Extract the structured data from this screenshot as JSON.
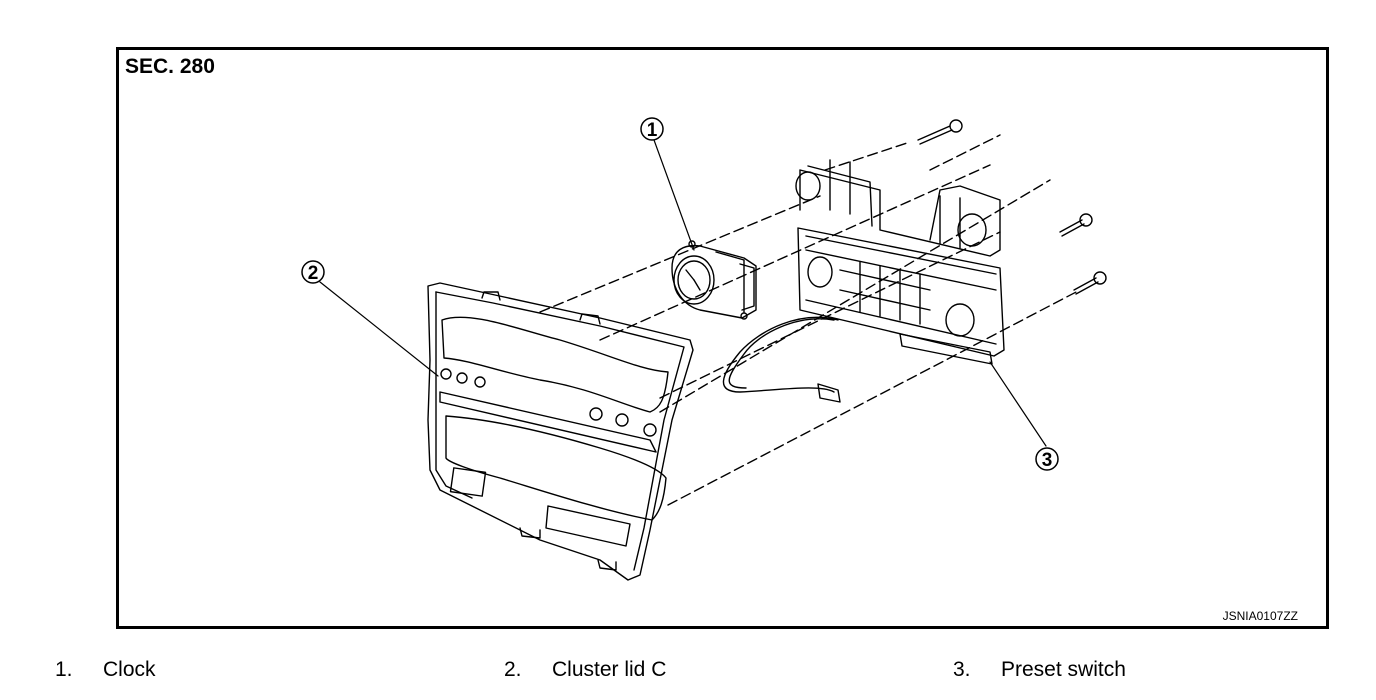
{
  "figure": {
    "section": "SEC. 280",
    "code": "JSNIA0107ZZ"
  },
  "callouts": [
    {
      "number": "1",
      "part": "clock"
    },
    {
      "number": "2",
      "part": "cluster-lid-c"
    },
    {
      "number": "3",
      "part": "preset-switch"
    }
  ],
  "legend": [
    {
      "number": "1.",
      "label": "Clock"
    },
    {
      "number": "2.",
      "label": "Cluster lid C"
    },
    {
      "number": "3.",
      "label": "Preset switch"
    }
  ]
}
